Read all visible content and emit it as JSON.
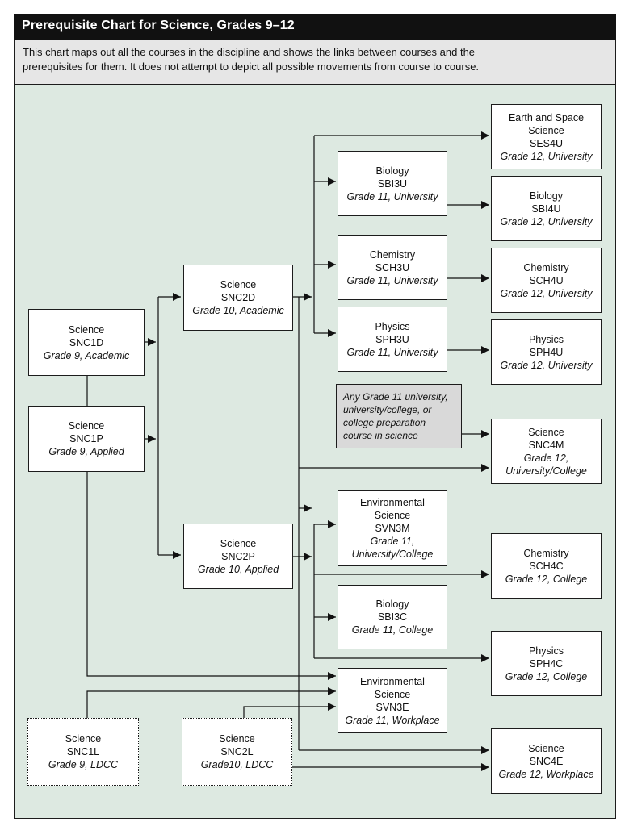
{
  "header": {
    "title": "Prerequisite Chart for Science, Grades 9–12",
    "description_line1": "This chart maps out all the courses in the discipline and shows the links between courses and the",
    "description_line2": "prerequisites for them. It does not attempt to depict all possible movements from course to course."
  },
  "courses": {
    "snc1d": {
      "name": "Science",
      "code": "SNC1D",
      "meta": "Grade 9, Academic"
    },
    "snc1p": {
      "name": "Science",
      "code": "SNC1P",
      "meta": "Grade 9, Applied"
    },
    "snc1l": {
      "name": "Science",
      "code": "SNC1L",
      "meta": "Grade 9, LDCC"
    },
    "snc2d": {
      "name": "Science",
      "code": "SNC2D",
      "meta": "Grade 10, Academic"
    },
    "snc2p": {
      "name": "Science",
      "code": "SNC2P",
      "meta": "Grade 10, Applied"
    },
    "snc2l": {
      "name": "Science",
      "code": "SNC2L",
      "meta": "Grade10, LDCC"
    },
    "sbi3u": {
      "name": "Biology",
      "code": "SBI3U",
      "meta": "Grade 11, University"
    },
    "sch3u": {
      "name": "Chemistry",
      "code": "SCH3U",
      "meta": "Grade 11, University"
    },
    "sph3u": {
      "name": "Physics",
      "code": "SPH3U",
      "meta": "Grade 11, University"
    },
    "svn3m": {
      "name1": "Environmental",
      "name2": "Science",
      "code": "SVN3M",
      "meta1": "Grade 11,",
      "meta2": "University/College"
    },
    "sbi3c": {
      "name": "Biology",
      "code": "SBI3C",
      "meta": "Grade 11, College"
    },
    "svn3e": {
      "name1": "Environmental",
      "name2": "Science",
      "code": "SVN3E",
      "meta": "Grade 11, Workplace"
    },
    "ses4u": {
      "name1": "Earth and Space",
      "name2": "Science",
      "code": "SES4U",
      "meta": "Grade 12, University"
    },
    "sbi4u": {
      "name": "Biology",
      "code": "SBI4U",
      "meta": "Grade 12, University"
    },
    "sch4u": {
      "name": "Chemistry",
      "code": "SCH4U",
      "meta": "Grade 12, University"
    },
    "sph4u": {
      "name": "Physics",
      "code": "SPH4U",
      "meta": "Grade 12, University"
    },
    "snc4m": {
      "name": "Science",
      "code": "SNC4M",
      "meta1": "Grade 12,",
      "meta2": "University/College"
    },
    "sch4c": {
      "name": "Chemistry",
      "code": "SCH4C",
      "meta": "Grade 12, College"
    },
    "sph4c": {
      "name": "Physics",
      "code": "SPH4C",
      "meta": "Grade 12, College"
    },
    "snc4e": {
      "name": "Science",
      "code": "SNC4E",
      "meta": "Grade 12, Workplace"
    }
  },
  "note": {
    "line1": "Any Grade 11 university,",
    "line2": "university/college, or",
    "line3": "college preparation",
    "line4": "course in science"
  }
}
